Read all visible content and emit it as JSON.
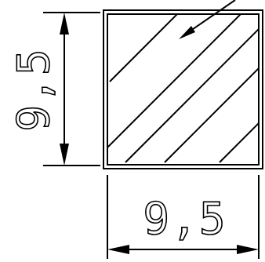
{
  "drawing": {
    "dimension_horizontal": "9,5",
    "dimension_vertical": "9,5",
    "line_color": "#000000",
    "background_color": "#ffffff",
    "hatch_style": "diagonal-45",
    "leader_arrow": "pointing-to-section"
  }
}
